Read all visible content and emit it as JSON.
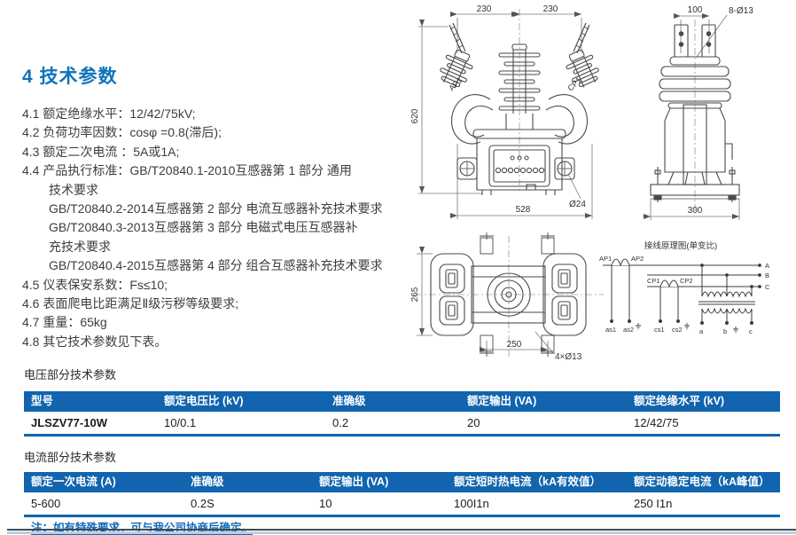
{
  "heading": "4 技术参数",
  "specs": {
    "lines": [
      "4.1 额定绝缘水平：12/42/75kV;",
      "4.2 负荷功率因数：cosφ =0.8(滞后);",
      "4.3 额定二次电流 ：5A或1A;",
      "4.4 产品执行标准：GB/T20840.1-2010互感器第 1 部分 通用",
      "技术要求",
      "GB/T20840.2-2014互感器第 2 部分 电流互感器补充技术要求",
      "GB/T20840.3-2013互感器第 3 部分 电磁式电压互感器补",
      "充技术要求",
      "GB/T20840.4-2015互感器第 4 部分 组合互感器补充技术要求",
      "4.5 仪表保安系数：Fs≤10;",
      "4.6 表面爬电比距满足Ⅱ级污秽等级要求;",
      "4.7 重量：65kg",
      "4.8 其它技术参数见下表。"
    ]
  },
  "drawings": {
    "front_view": {
      "dim_top_left": "230",
      "dim_top_right": "230",
      "dim_height": "620",
      "dim_width": "528",
      "hole_label": "Ø24",
      "label_left_bushing": "AP1",
      "label_right_bushing": "CP1"
    },
    "side_view": {
      "dim_top": "100",
      "holes_label": "8-Ø13",
      "dim_width": "300"
    },
    "top_view": {
      "dim_height": "265",
      "dim_width": "250",
      "holes_label": "4×Ø13"
    },
    "wiring_diagram": {
      "title": "接线原理图(单变比)",
      "primary_labels": [
        "AP1",
        "AP2",
        "CP1",
        "CP2"
      ],
      "phase_labels": [
        "A",
        "B",
        "C"
      ],
      "terminal_labels": [
        "as1",
        "as2",
        "cs1",
        "cs2",
        "a",
        "b",
        "c"
      ]
    }
  },
  "voltage_table": {
    "caption": "电压部分技术参数",
    "headers": [
      "型号",
      "额定电压比 (kV)",
      "准确级",
      "额定输出 (VA)",
      "额定绝缘水平 (kV)"
    ],
    "row": [
      "JLSZV77-10W",
      "10/0.1",
      "0.2",
      "20",
      "12/42/75"
    ]
  },
  "current_table": {
    "caption": "电流部分技术参数",
    "headers": [
      "额定一次电流 (A)",
      "准确级",
      "额定输出 (VA)",
      "额定短时热电流（kA有效值）",
      "额定动稳定电流（kA峰值）"
    ],
    "row": [
      "5-600",
      "0.2S",
      "10",
      "100I1n",
      "250 I1n"
    ]
  },
  "note": "注：如有特殊要求，可与我公司协商后确定。",
  "colors": {
    "accent_blue": "#1173b9",
    "table_header_blue": "#1164ad",
    "note_blue": "#1269b8",
    "line_gray": "#4a4a4a"
  }
}
